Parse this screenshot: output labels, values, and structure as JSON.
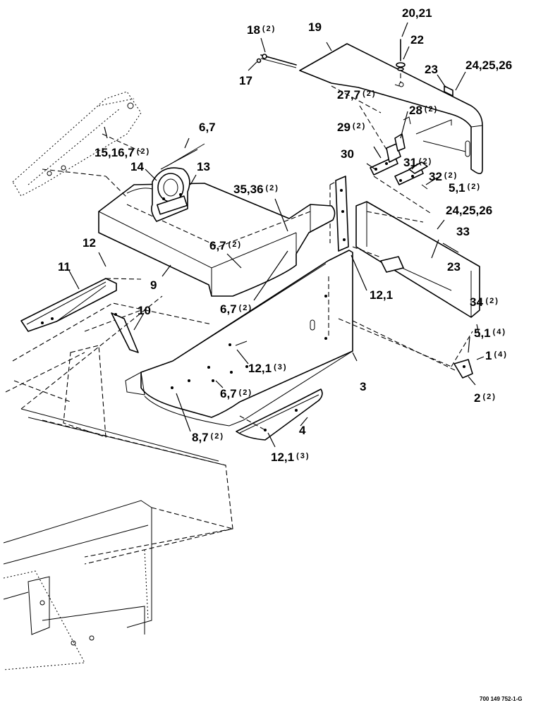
{
  "figure_id": "700 149 752-1-G",
  "callouts": [
    {
      "id": "c18",
      "label": "18",
      "qty": "(2)"
    },
    {
      "id": "c19",
      "label": "19",
      "qty": ""
    },
    {
      "id": "c2021",
      "label": "20,21",
      "qty": ""
    },
    {
      "id": "c22",
      "label": "22",
      "qty": ""
    },
    {
      "id": "c17",
      "label": "17",
      "qty": ""
    },
    {
      "id": "c23a",
      "label": "23",
      "qty": ""
    },
    {
      "id": "c242526a",
      "label": "24,25,26",
      "qty": ""
    },
    {
      "id": "c2772",
      "label": "27,7",
      "qty": "(2)"
    },
    {
      "id": "c28",
      "label": "28",
      "qty": "(2)"
    },
    {
      "id": "c67a",
      "label": "6,7",
      "qty": ""
    },
    {
      "id": "c29",
      "label": "29",
      "qty": "(2)"
    },
    {
      "id": "c15167",
      "label": "15,16,7",
      "qty": "(2)"
    },
    {
      "id": "c14",
      "label": "14",
      "qty": ""
    },
    {
      "id": "c13",
      "label": "13",
      "qty": ""
    },
    {
      "id": "c30",
      "label": "30",
      "qty": ""
    },
    {
      "id": "c31",
      "label": "31",
      "qty": "(2)"
    },
    {
      "id": "c32",
      "label": "32",
      "qty": "(2)"
    },
    {
      "id": "c3536",
      "label": "35,36",
      "qty": "(2)"
    },
    {
      "id": "c51a",
      "label": "5,1",
      "qty": "(2)"
    },
    {
      "id": "c242526b",
      "label": "24,25,26",
      "qty": ""
    },
    {
      "id": "c12a",
      "label": "12",
      "qty": ""
    },
    {
      "id": "c67b",
      "label": "6,7",
      "qty": "(2)"
    },
    {
      "id": "c33",
      "label": "33",
      "qty": ""
    },
    {
      "id": "c11",
      "label": "11",
      "qty": ""
    },
    {
      "id": "c23b",
      "label": "23",
      "qty": ""
    },
    {
      "id": "c9",
      "label": "9",
      "qty": ""
    },
    {
      "id": "c121a",
      "label": "12,1",
      "qty": ""
    },
    {
      "id": "c10",
      "label": "10",
      "qty": ""
    },
    {
      "id": "c67c",
      "label": "6,7",
      "qty": "(2)"
    },
    {
      "id": "c34",
      "label": "34",
      "qty": "(2)"
    },
    {
      "id": "c51b",
      "label": "5,1",
      "qty": "(4)"
    },
    {
      "id": "c1",
      "label": "1",
      "qty": "(4)"
    },
    {
      "id": "c121b",
      "label": "12,1",
      "qty": "(3)"
    },
    {
      "id": "c3",
      "label": "3",
      "qty": ""
    },
    {
      "id": "c67d",
      "label": "6,7",
      "qty": "(2)"
    },
    {
      "id": "c2",
      "label": "2",
      "qty": "(2)"
    },
    {
      "id": "c87",
      "label": "8,7",
      "qty": "(2)"
    },
    {
      "id": "c4",
      "label": "4",
      "qty": ""
    },
    {
      "id": "c121c",
      "label": "12,1",
      "qty": "(3)"
    }
  ]
}
